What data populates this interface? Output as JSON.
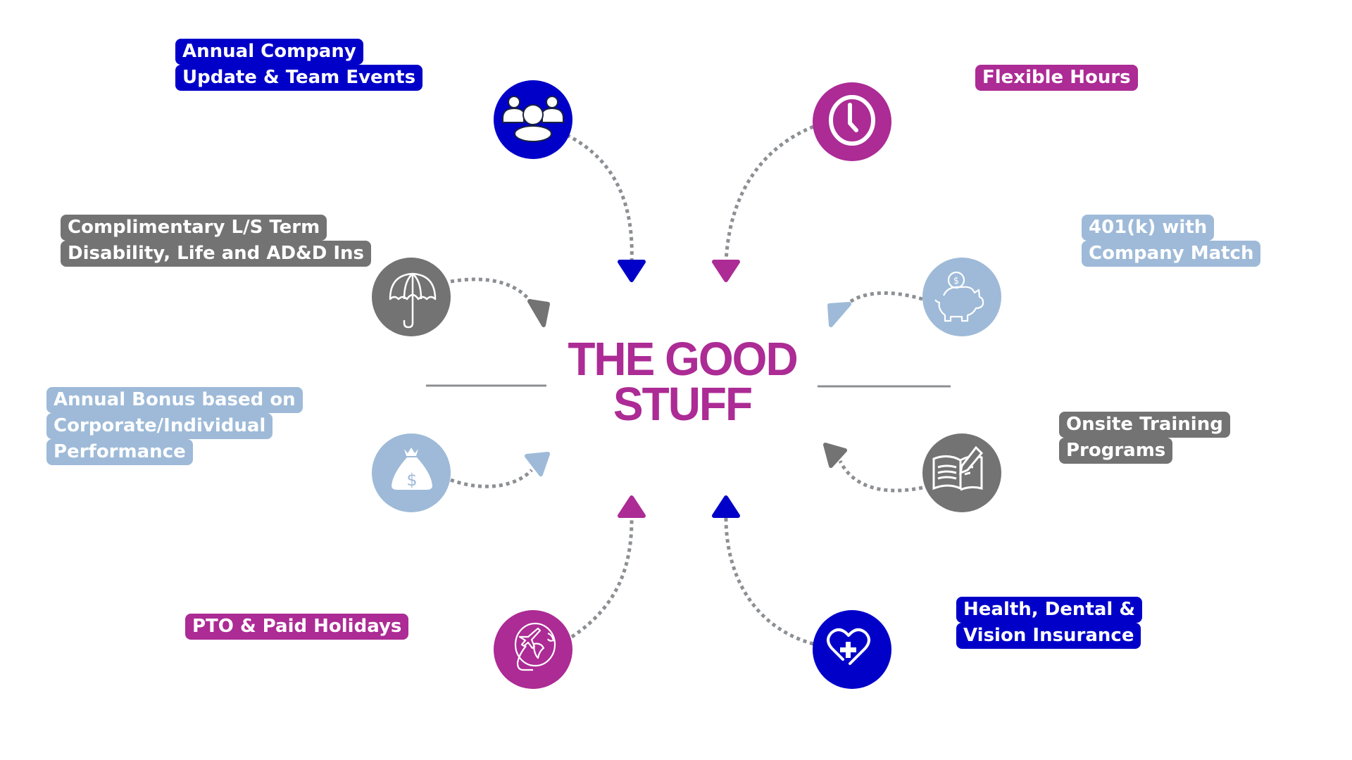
{
  "title": {
    "line1": "THE GOOD",
    "line2": "STUFF"
  },
  "colors": {
    "blue": "#0000c8",
    "magenta": "#ac2b95",
    "gray": "#737373",
    "light_blue": "#9ebad8",
    "connector": "#8c8f93"
  },
  "benefits": [
    {
      "id": "team-events",
      "lines": [
        "Annual Company",
        "Update & Team Events"
      ],
      "icon": "people-group-icon",
      "color": "blue"
    },
    {
      "id": "flexible-hours",
      "lines": [
        "Flexible Hours"
      ],
      "icon": "clock-icon",
      "color": "magenta"
    },
    {
      "id": "insurance-disability",
      "lines": [
        "Complimentary L/S Term",
        "Disability, Life and AD&D Ins"
      ],
      "icon": "umbrella-icon",
      "color": "gray"
    },
    {
      "id": "retirement",
      "lines": [
        "401(k) with",
        "Company Match"
      ],
      "icon": "piggy-bank-icon",
      "color": "light_blue"
    },
    {
      "id": "bonus",
      "lines": [
        "Annual Bonus based on",
        "Corporate/Individual",
        "Performance"
      ],
      "icon": "money-bag-icon",
      "color": "light_blue"
    },
    {
      "id": "training",
      "lines": [
        "Onsite Training",
        "Programs"
      ],
      "icon": "book-pencil-icon",
      "color": "gray"
    },
    {
      "id": "pto",
      "lines": [
        "PTO & Paid Holidays"
      ],
      "icon": "globe-plane-icon",
      "color": "magenta"
    },
    {
      "id": "health",
      "lines": [
        "Health, Dental &",
        "Vision Insurance"
      ],
      "icon": "heart-cross-icon",
      "color": "blue"
    }
  ]
}
